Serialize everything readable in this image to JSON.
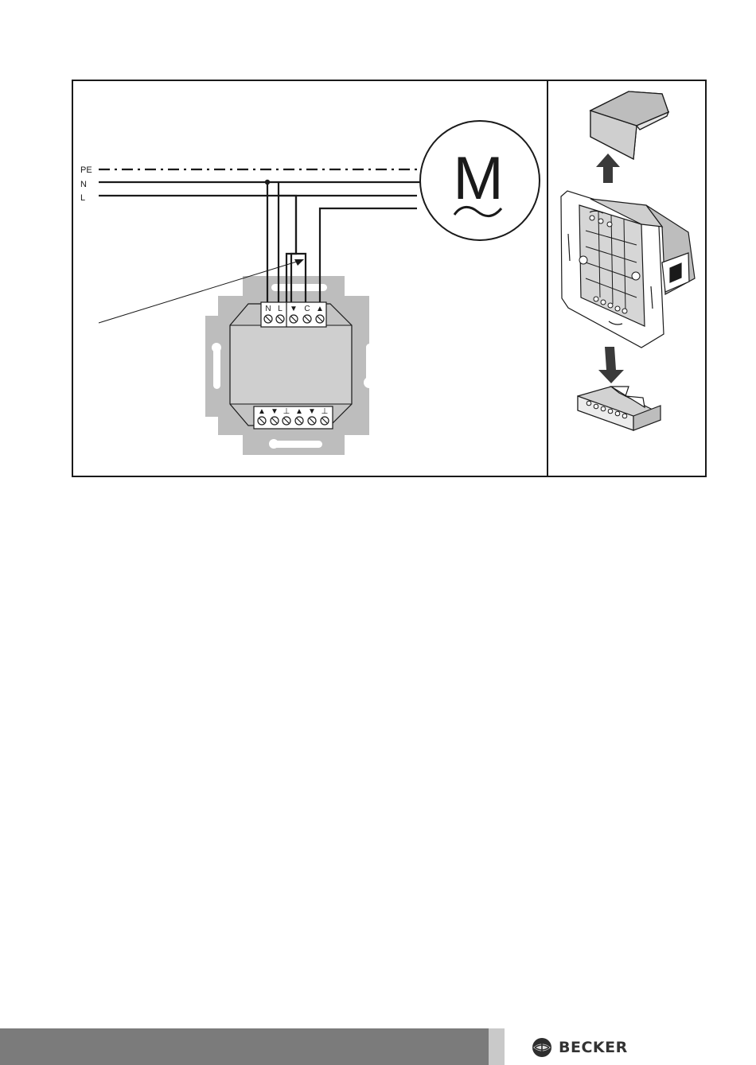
{
  "wiring_diagram": {
    "conductors": {
      "pe": "PE",
      "n": "N",
      "l": "L"
    },
    "motor_symbol": "M",
    "motor_tilde": "~",
    "top_terminals": [
      "N",
      "L",
      "▼",
      "C",
      "▲"
    ],
    "bottom_terminals": [
      "▲",
      "▼",
      "⊥",
      "▲",
      "▼",
      "⊥"
    ]
  },
  "installation_views": {
    "top_arrow": "up",
    "bottom_arrow": "down"
  },
  "footer": {
    "brand_name": "BECKER",
    "bar_color": "#7b7b7b",
    "notch_color": "#c9c9c9"
  }
}
